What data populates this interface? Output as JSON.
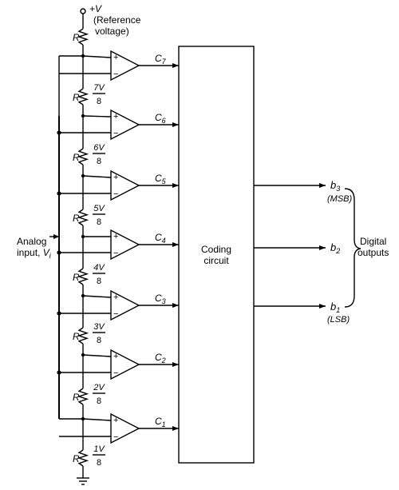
{
  "supply": {
    "symbol": "+V",
    "label_line1": "(Reference",
    "label_line2": "voltage)"
  },
  "resistor_label": "R",
  "taps": [
    {
      "num": "7V",
      "den": "8"
    },
    {
      "num": "6V",
      "den": "8"
    },
    {
      "num": "5V",
      "den": "8"
    },
    {
      "num": "4V",
      "den": "8"
    },
    {
      "num": "3V",
      "den": "8"
    },
    {
      "num": "2V",
      "den": "8"
    },
    {
      "num": "1V",
      "den": "8"
    }
  ],
  "comparators": [
    {
      "plus": "+",
      "minus": "−",
      "out_letter": "C",
      "out_sub": "7"
    },
    {
      "plus": "+",
      "minus": "−",
      "out_letter": "C",
      "out_sub": "6"
    },
    {
      "plus": "+",
      "minus": "−",
      "out_letter": "C",
      "out_sub": "5"
    },
    {
      "plus": "+",
      "minus": "−",
      "out_letter": "C",
      "out_sub": "4"
    },
    {
      "plus": "+",
      "minus": "−",
      "out_letter": "C",
      "out_sub": "3"
    },
    {
      "plus": "+",
      "minus": "−",
      "out_letter": "C",
      "out_sub": "2"
    },
    {
      "plus": "+",
      "minus": "−",
      "out_letter": "C",
      "out_sub": "1"
    }
  ],
  "input": {
    "line1": "Analog",
    "line2": "input,",
    "symbol": "V",
    "sub": "i"
  },
  "coder": {
    "line1": "Coding",
    "line2": "circuit"
  },
  "outputs": [
    {
      "letter": "b",
      "sub": "3",
      "note": "(MSB)"
    },
    {
      "letter": "b",
      "sub": "2",
      "note": ""
    },
    {
      "letter": "b",
      "sub": "1",
      "note": "(LSB)"
    }
  ],
  "outputs_group": {
    "line1": "Digital",
    "line2": "outputs"
  }
}
